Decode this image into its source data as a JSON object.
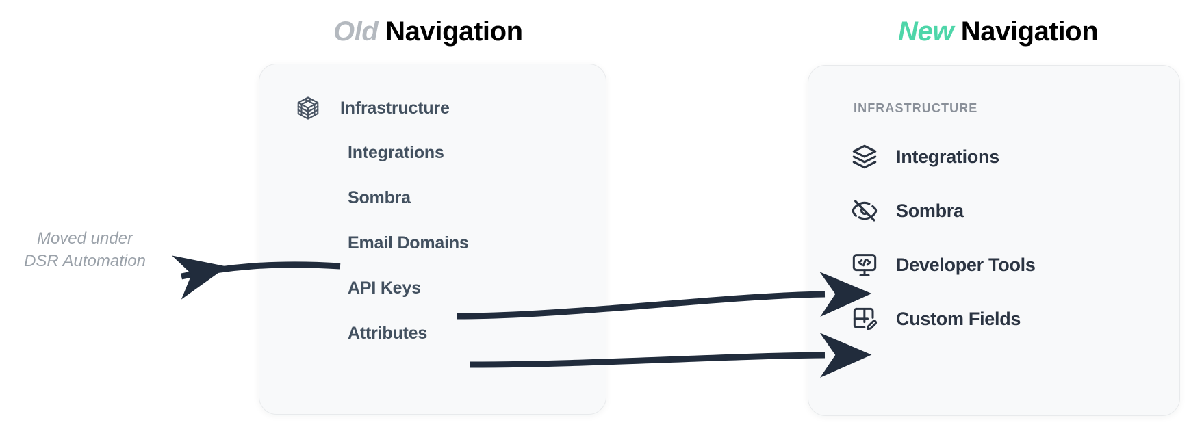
{
  "headings": {
    "old": {
      "accent": "Old",
      "rest": " Navigation"
    },
    "new": {
      "accent": "New",
      "rest": " Navigation"
    }
  },
  "old_nav": {
    "header": {
      "label": "Infrastructure",
      "icon": "cube-icon"
    },
    "items": [
      {
        "label": "Integrations"
      },
      {
        "label": "Sombra"
      },
      {
        "label": "Email Domains"
      },
      {
        "label": "API Keys"
      },
      {
        "label": "Attributes"
      }
    ]
  },
  "new_nav": {
    "section_label": "INFRASTRUCTURE",
    "items": [
      {
        "label": "Integrations",
        "icon": "layers-icon"
      },
      {
        "label": "Sombra",
        "icon": "eye-off-icon"
      },
      {
        "label": "Developer Tools",
        "icon": "code-monitor-icon"
      },
      {
        "label": "Custom Fields",
        "icon": "grid-pencil-icon"
      }
    ]
  },
  "annotations": {
    "moved_note_line1": "Moved under",
    "moved_note_line2": "DSR Automation"
  },
  "arrows": [
    {
      "name": "arrow-email-domains-to-note",
      "from": "Email Domains",
      "to": "Moved under DSR Automation",
      "direction": "left"
    },
    {
      "name": "arrow-api-keys-to-developer-tools",
      "from": "API Keys",
      "to": "Developer Tools",
      "direction": "right"
    },
    {
      "name": "arrow-attributes-to-custom-fields",
      "from": "Attributes",
      "to": "Custom Fields",
      "direction": "right"
    }
  ],
  "colors": {
    "accent_new": "#4ed6a9",
    "accent_old": "#b4b9bf",
    "arrow": "#212c3c",
    "card_bg": "#f8f9fa",
    "text_primary": "#2b3442",
    "text_muted": "#8a9099"
  }
}
